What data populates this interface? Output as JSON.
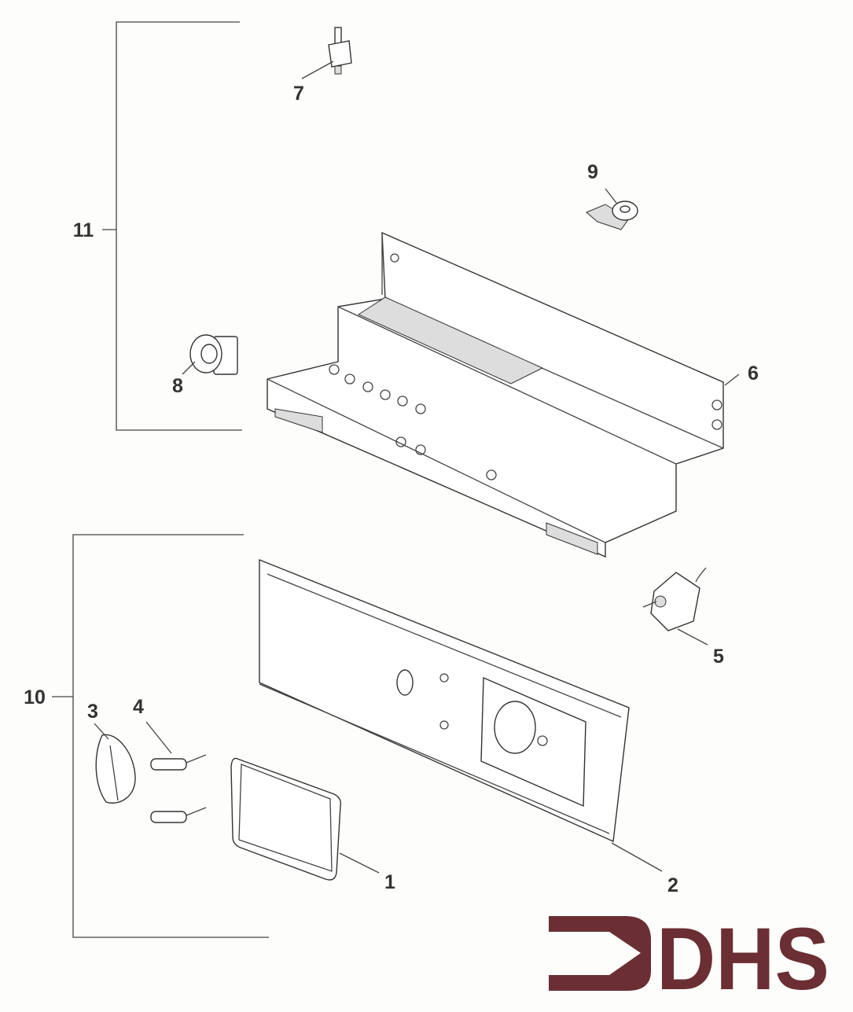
{
  "diagram": {
    "title": "Control panel exploded parts diagram",
    "callouts": [
      "1",
      "2",
      "3",
      "4",
      "5",
      "6",
      "7",
      "8",
      "9",
      "10",
      "11"
    ],
    "logo_text": "DHS",
    "colors": {
      "logo": "#6b2f33",
      "line": "#444444"
    }
  }
}
